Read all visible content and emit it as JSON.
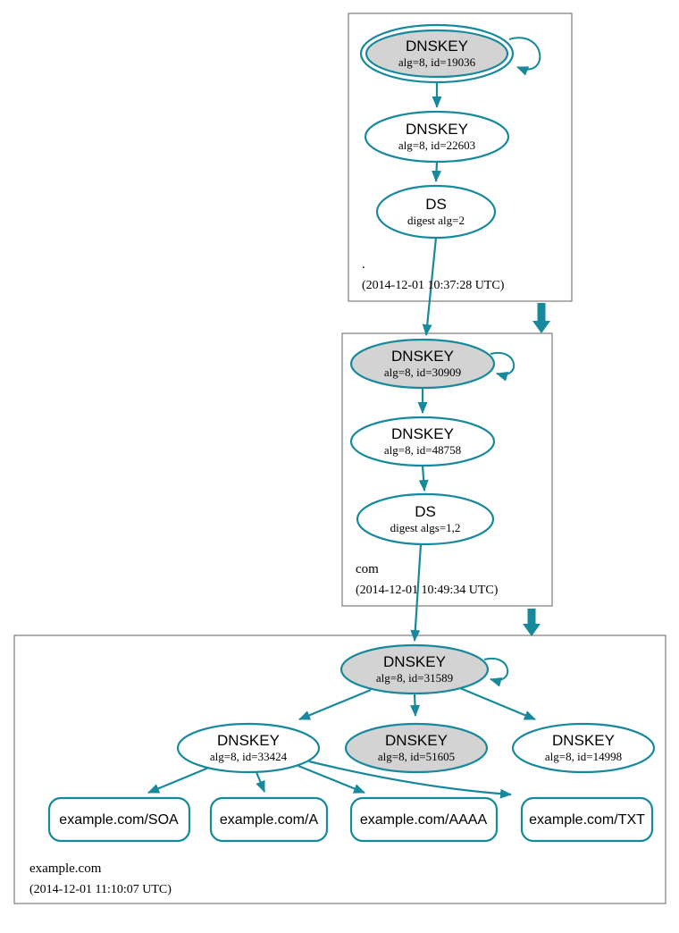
{
  "diagram_type": "dnssec-authentication-chain",
  "colors": {
    "edge": "#17899c",
    "ksk_fill": "#d3d3d3",
    "node_fill": "#ffffff",
    "zone_border": "#7d7d7d",
    "text": "#000000"
  },
  "zones": [
    {
      "name": ".",
      "timestamp": "(2014-12-01 10:37:28 UTC)",
      "nodes": [
        {
          "title": "DNSKEY",
          "sub": "alg=8, id=19036"
        },
        {
          "title": "DNSKEY",
          "sub": "alg=8, id=22603"
        },
        {
          "title": "DS",
          "sub": "digest alg=2"
        }
      ]
    },
    {
      "name": "com",
      "timestamp": "(2014-12-01 10:49:34 UTC)",
      "nodes": [
        {
          "title": "DNSKEY",
          "sub": "alg=8, id=30909"
        },
        {
          "title": "DNSKEY",
          "sub": "alg=8, id=48758"
        },
        {
          "title": "DS",
          "sub": "digest algs=1,2"
        }
      ]
    },
    {
      "name": "example.com",
      "timestamp": "(2014-12-01 11:10:07 UTC)",
      "nodes": [
        {
          "title": "DNSKEY",
          "sub": "alg=8, id=31589"
        },
        {
          "title": "DNSKEY",
          "sub": "alg=8, id=33424"
        },
        {
          "title": "DNSKEY",
          "sub": "alg=8, id=51605"
        },
        {
          "title": "DNSKEY",
          "sub": "alg=8, id=14998"
        }
      ],
      "rrsets": [
        {
          "label": "example.com/SOA"
        },
        {
          "label": "example.com/A"
        },
        {
          "label": "example.com/AAAA"
        },
        {
          "label": "example.com/TXT"
        }
      ]
    }
  ]
}
